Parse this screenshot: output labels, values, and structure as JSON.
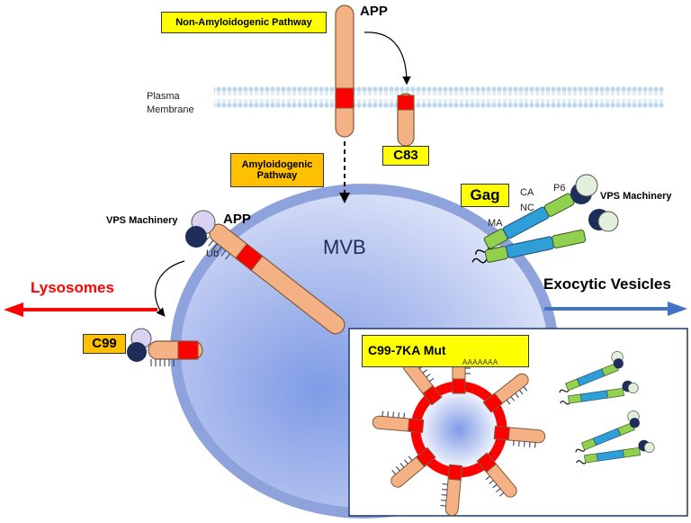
{
  "labels": {
    "non_amyloidogenic": "Non-Amyloidogenic Pathway",
    "app_top": "APP",
    "plasma_membrane_line1": "Plasma",
    "plasma_membrane_line2": "Membrane",
    "c83": "C83",
    "amyloidogenic_line1": "Amyloidogenic",
    "amyloidogenic_line2": "Pathway",
    "vps_left": "VPS Machinery",
    "app_left": "APP",
    "ub": "Ub",
    "mvb": "MVB",
    "lysosomes": "Lysosomes",
    "c99": "C99",
    "gag": "Gag",
    "ca": "CA",
    "nc": "NC",
    "ma": "MA",
    "p6": "P6",
    "vps_right": "VPS Machinery",
    "exocytic": "Exocytic Vesicles",
    "c99_7ka": "C99-7KA Mut",
    "polyA": "AAAAAAA"
  },
  "colors": {
    "app_fill": "#f4b183",
    "app_stroke": "#7f5a3a",
    "cleavage_red": "#ff0000",
    "mvb_fill": "#b4c3ee",
    "mvb_stroke": "#8ea2dc",
    "membrane_blue": "#bdd7ee",
    "gag_green": "#92d050",
    "gag_blue": "#2f9fd8",
    "vps_lilac": "#d9d2f0",
    "vps_navy": "#1f2d5a",
    "lysosome_arrow": "#ff0000",
    "exocytic_arrow": "#4472c4"
  }
}
